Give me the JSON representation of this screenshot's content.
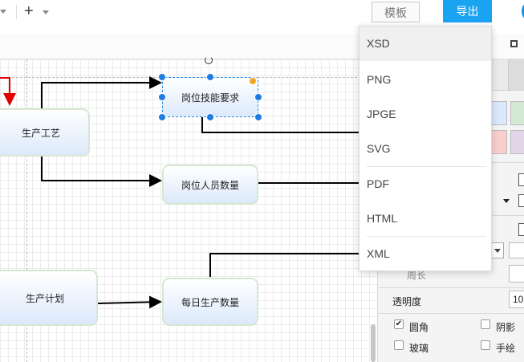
{
  "header": {
    "template_button": "模板",
    "export_button": "导出"
  },
  "toolbar": {
    "add_icon": "+"
  },
  "diagram": {
    "nodes": {
      "production_process": "生产工艺",
      "post_skill_requirements": "岗位技能要求",
      "post_staff_count": "岗位人员数量",
      "production_plan": "生产计划",
      "daily_output": "每日生产数量"
    },
    "connector_color": "#000000",
    "accent_arrow_color": "#e00000"
  },
  "panel": {
    "perimeter_label": "周长",
    "opacity_label": "透明度",
    "opacity_value": "10",
    "rounded_label": "圆角",
    "rounded_checked": "✔",
    "shadow_label": "阴影",
    "glass_label": "玻璃",
    "sketch_label": "手绘",
    "swatch_colors": [
      "#dae8fc",
      "#d5e8d4",
      "#f8cecc",
      "#e1d5e7"
    ]
  },
  "export_menu": {
    "items": [
      "XSD",
      "PNG",
      "JPGE",
      "SVG",
      "PDF",
      "HTML",
      "XML"
    ]
  },
  "colors": {
    "accent": "#1aa3f0",
    "selection": "#1e7de3"
  }
}
